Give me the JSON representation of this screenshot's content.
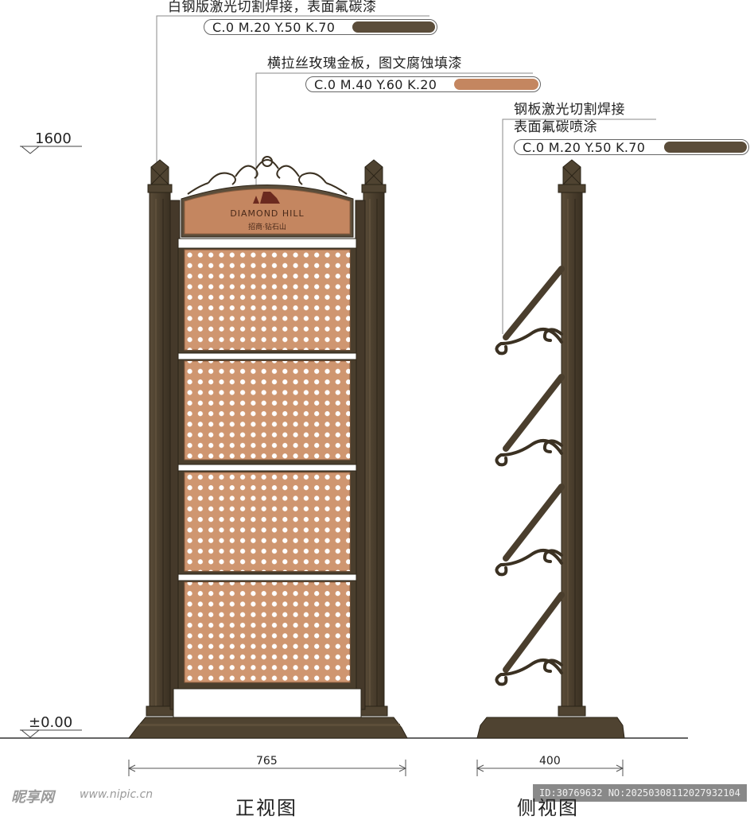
{
  "annotations": {
    "front_panel_note": "白钢版激光切割焊接，表面氟碳漆",
    "front_panel_color": "C.0 M.20  Y.50 K.70",
    "sign_plate_note": "横拉丝玫瑰金板，图文腐蚀填漆",
    "sign_plate_color": "C.0 M.40  Y.60 K.20",
    "side_note_line1": "钢板激光切割焊接",
    "side_note_line2": "表面氟碳喷涂",
    "side_color": "C.0 M.20  Y.50 K.70"
  },
  "levels": {
    "top": "1600",
    "ground": "±0.00"
  },
  "dimensions": {
    "front_width": "765",
    "side_width": "400"
  },
  "sign": {
    "brand": "DIAMOND HILL",
    "subtitle": "招商·钻石山"
  },
  "view_titles": {
    "front": "正视图",
    "side": "侧视图"
  },
  "watermark": {
    "logo": "昵享网",
    "url": "www.nipic.cn",
    "id_text": "ID:30769632 NO:20250308112027932104"
  },
  "colors": {
    "steel_brown": "#4f4331",
    "steel_dark": "#3b3122",
    "rose_gold": "#c48660",
    "panel_light": "#cf9670",
    "outline": "#2b2418",
    "chip_dark": "#5b4d3a",
    "chip_rose": "#c48660"
  }
}
